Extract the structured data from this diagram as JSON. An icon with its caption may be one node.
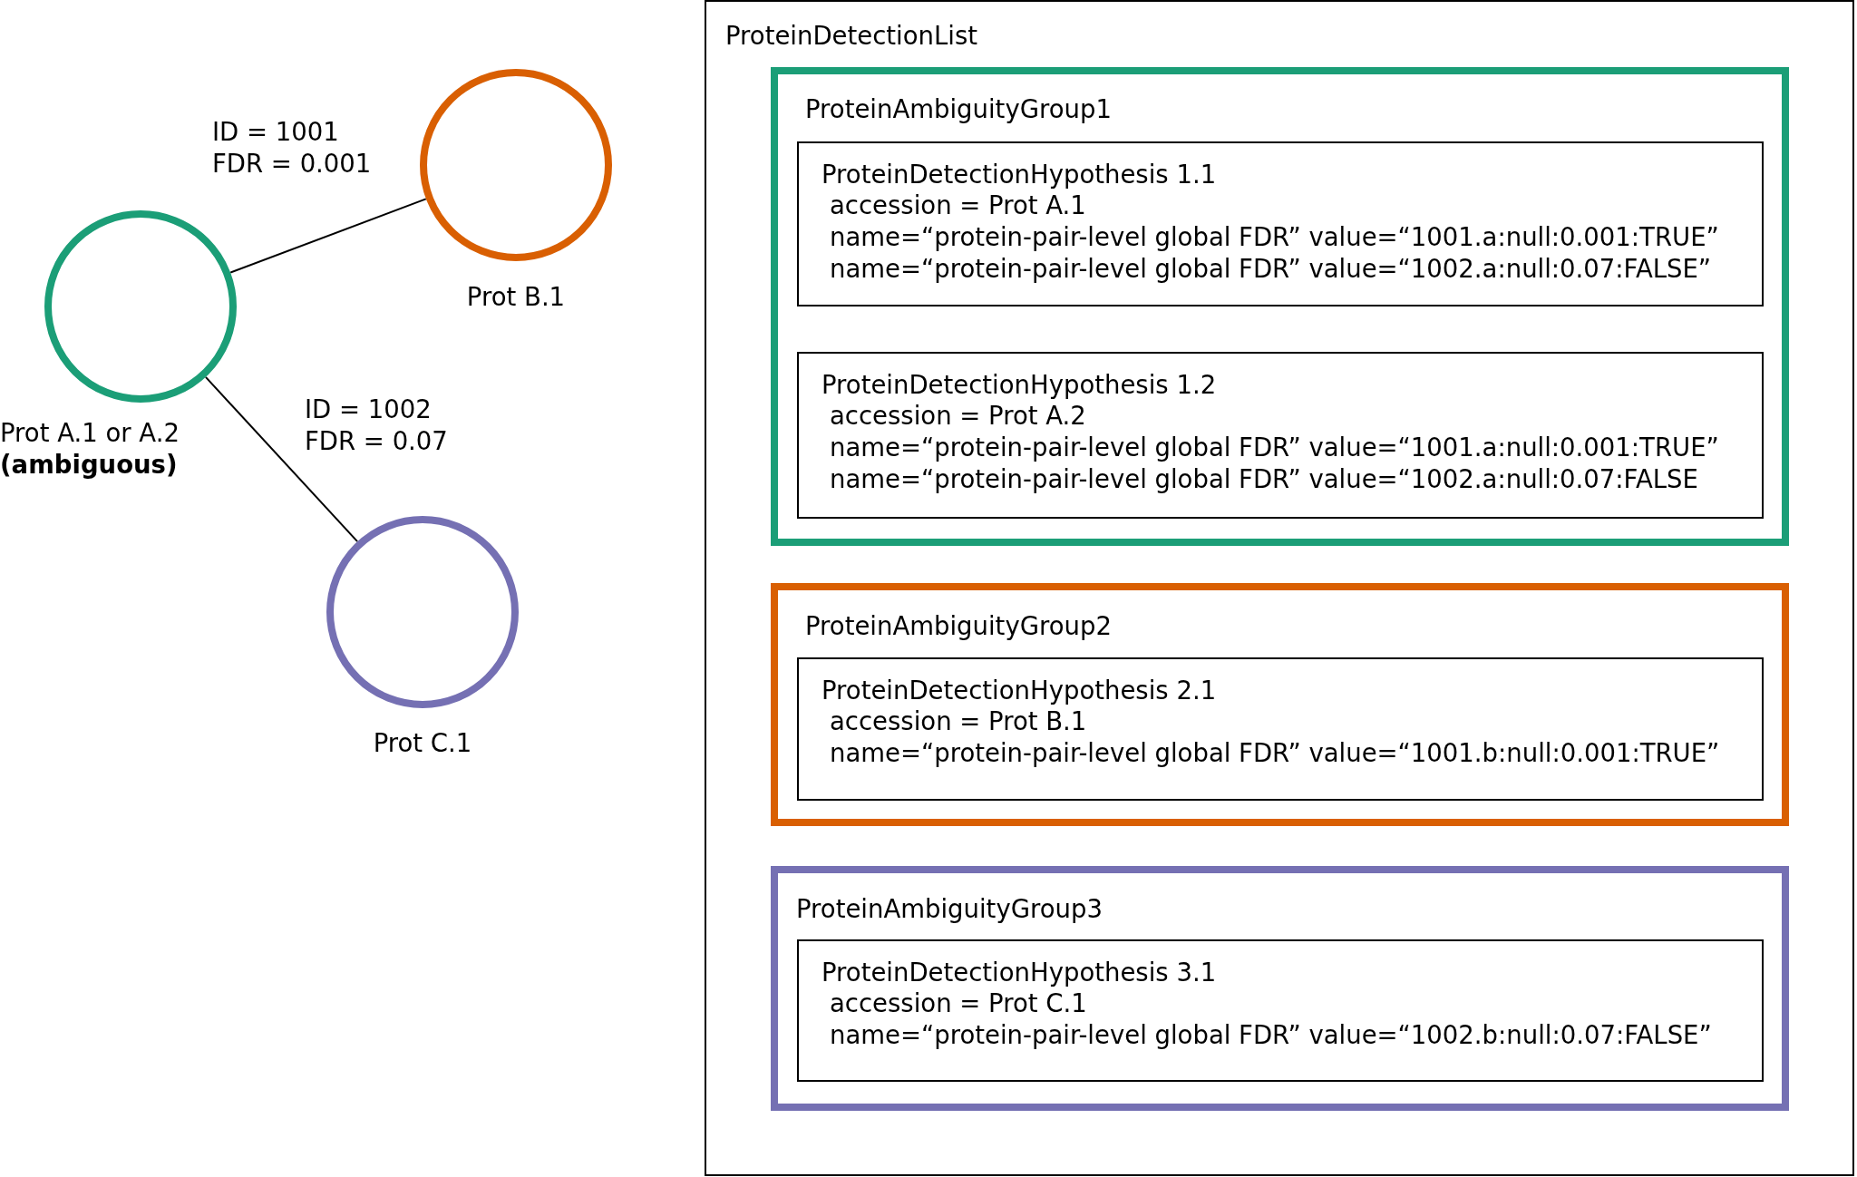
{
  "diagram": {
    "nodes": [
      {
        "text": [],
        "shape": "circle",
        "beside": [
          "Prot A.1 or A.2 **(ambiguous)**"
        ]
      },
      {
        "text": [],
        "shape": "circle",
        "beside": [
          "Prot B.1"
        ]
      },
      {
        "text": [],
        "shape": "circle",
        "beside": [
          "Prot C.1"
        ]
      },
      {
        "text": [
          "ProteinDetectionList"
        ]
      },
      {
        "text": [
          "ProteinAmbiguityGroup1"
        ],
        "in": 3
      },
      {
        "text": [
          "ProteinDetectionHypothesis 1.1",
          "accession = Prot A.1",
          "name=“protein-pair-level global FDR” value=“1001.a:null:0.001:TRUE”",
          "name=“protein-pair-level global FDR” value=“1002.a:null:0.07:FALSE”"
        ],
        "in": 4
      },
      {
        "text": [
          "ProteinDetectionHypothesis 1.2",
          "accession = Prot A.2",
          "name=“protein-pair-level global FDR” value=“1001.a:null:0.001:TRUE”",
          "name=“protein-pair-level global FDR” value=“1002.a:null:0.07:FALSE"
        ],
        "in": 4
      },
      {
        "text": [
          "ProteinAmbiguityGroup2"
        ],
        "in": 3
      },
      {
        "text": [
          "ProteinDetectionHypothesis 2.1",
          "accession = Prot B.1",
          "name=“protein-pair-level global FDR” value=“1001.b:null:0.001:TRUE”"
        ],
        "in": 7
      },
      {
        "text": [
          "ProteinAmbiguityGroup3"
        ],
        "in": 3
      },
      {
        "text": [
          "ProteinDetectionHypothesis 3.1",
          "accession = Prot C.1",
          "name=“protein-pair-level global FDR” value=“1002.b:null:0.07:FALSE”"
        ],
        "in": 9
      }
    ],
    "edges": [
      {
        "from": 0,
        "to": 1,
        "arrow": "none",
        "label": "ID = 1001 FDR = 0.001"
      },
      {
        "from": 0,
        "to": 2,
        "arrow": "none",
        "label": "ID = 1002 FDR = 0.07"
      }
    ]
  }
}
